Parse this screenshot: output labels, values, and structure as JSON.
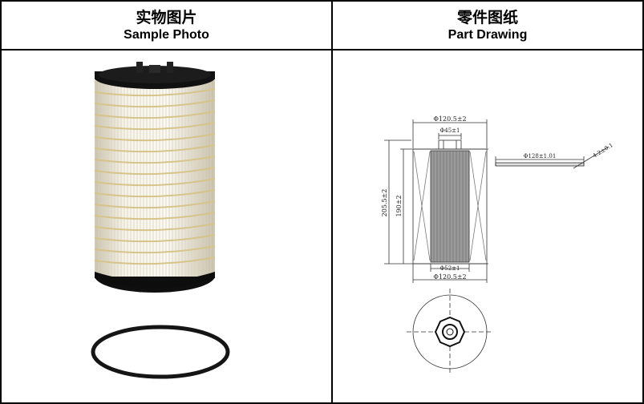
{
  "headers": {
    "left": {
      "zh": "实物图片",
      "en": "Sample Photo"
    },
    "right": {
      "zh": "零件图纸",
      "en": "Part Drawing"
    }
  },
  "drawing": {
    "outer_dia_top": "Φ120.5±2",
    "inner_dia_top": "Φ45±1",
    "gasket_dia": "Φ128±1.01",
    "gasket_thickness": "4.2±0.1",
    "overall_height": "205.5±2",
    "inner_height": "190±2",
    "inner_dia_bottom": "Φ52±1",
    "outer_dia_bottom": "Φ120.5±2"
  },
  "colors": {
    "border": "#000000",
    "media": "#f3efe2",
    "cord": "#d9c98e",
    "endcap": "#111111",
    "line": "#333333"
  }
}
